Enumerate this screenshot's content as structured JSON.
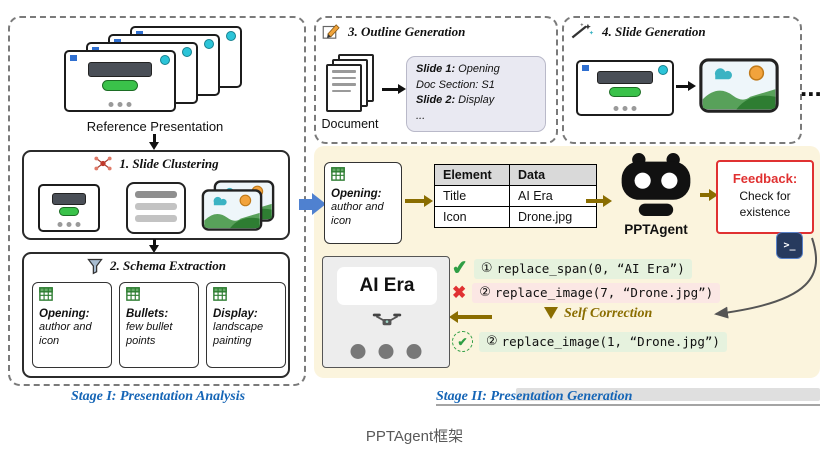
{
  "caption": "PPTAgent框架",
  "stage1": {
    "label": "Stage I: Presentation Analysis",
    "reference_label": "Reference Presentation",
    "clustering": {
      "title": "1. Slide Clustering"
    },
    "schema": {
      "title": "2. Schema Extraction",
      "cards": [
        {
          "title": "Opening:",
          "desc": "author and icon"
        },
        {
          "title": "Bullets:",
          "desc": "few bullet points"
        },
        {
          "title": "Display:",
          "desc": "landscape painting"
        }
      ]
    }
  },
  "stage2": {
    "label": "Stage II:  Presentation Generation",
    "outline_gen": {
      "title": "3. Outline Generation",
      "document_label": "Document",
      "lines": [
        {
          "strong": "Slide 1:",
          "rest": " Opening"
        },
        {
          "strong": "",
          "rest": "Doc Section: S1"
        },
        {
          "strong": "Slide 2:",
          "rest": " Display"
        },
        {
          "strong": "",
          "rest": "..."
        }
      ]
    },
    "slide_gen": {
      "title": "4. Slide Generation",
      "ellipsis": "..."
    },
    "generation": {
      "schema_card": {
        "title": "Opening:",
        "desc": "author and icon"
      },
      "table": {
        "headers": [
          "Element",
          "Data"
        ],
        "rows": [
          [
            "Title",
            "AI Era"
          ],
          [
            "Icon",
            "Drone.jpg"
          ]
        ]
      },
      "agent_label": "PPTAgent",
      "feedback": {
        "title": "Feedback:",
        "desc": "Check for existence"
      },
      "terminal_glyph": ">_",
      "self_correction": "Self Correction",
      "code_lines": [
        {
          "num": "①",
          "code": "replace_span(0, “AI Era”)"
        },
        {
          "num": "②",
          "code": "replace_image(7, “Drone.jpg”)"
        },
        {
          "num": "②",
          "code": "replace_image(1, “Drone.jpg”)"
        }
      ],
      "slide_preview": {
        "title": "AI Era"
      }
    }
  }
}
